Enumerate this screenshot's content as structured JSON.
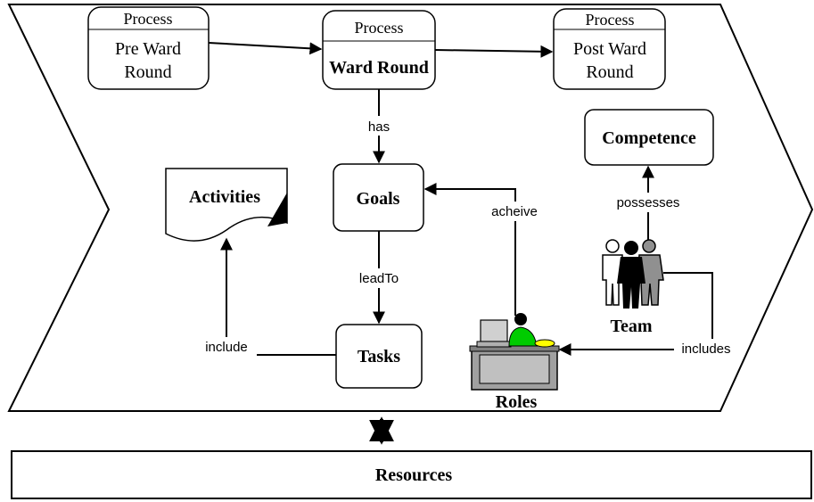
{
  "processes": {
    "header": "Process",
    "pre": "Pre Ward Round",
    "pre_line1": "Pre Ward",
    "pre_line2": "Round",
    "main": "Ward Round",
    "post_line1": "Post Ward",
    "post_line2": "Round"
  },
  "nodes": {
    "goals": "Goals",
    "tasks": "Tasks",
    "activities": "Activities",
    "competence": "Competence",
    "team": "Team",
    "roles": "Roles",
    "resources": "Resources"
  },
  "relations": {
    "has": "has",
    "lead_to": "leadTo",
    "include": "include",
    "acheive": "acheive",
    "possesses": "possesses",
    "includes": "includes"
  },
  "colors": {
    "stroke": "#000000",
    "person_green": "#00cc00",
    "phone_yellow": "#ffff00",
    "desk_gray": "#a0a0a0",
    "figure_gray": "#909090"
  }
}
